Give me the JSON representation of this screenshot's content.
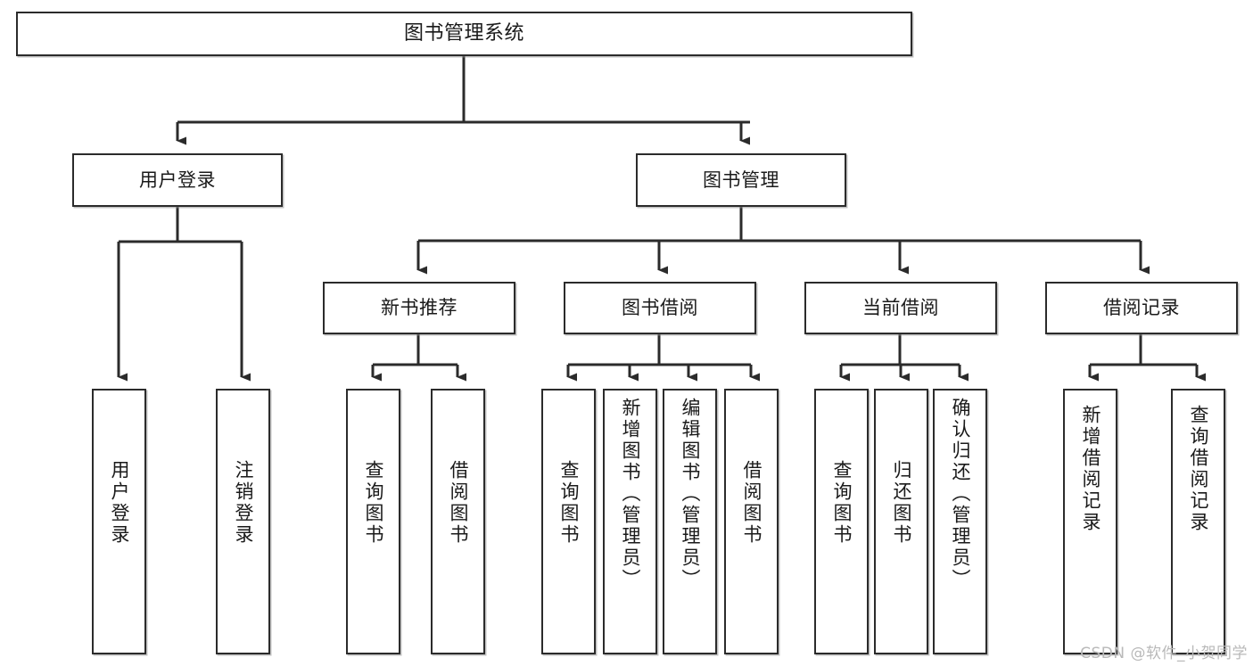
{
  "diagram": {
    "title": "图书管理系统",
    "type": "hierarchy-tree",
    "watermark": "CSDN @软件_小贺同学",
    "colors": {
      "background": "#ffffff",
      "box_border": "#2b2b2b",
      "box_fill": "#ffffff",
      "edge": "#2b2b2b",
      "text": "#1a1a1a",
      "watermark": "#b9b9b9"
    },
    "nodes": {
      "root": {
        "label": "图书管理系统"
      },
      "level2": [
        {
          "id": "user-login",
          "label": "用户登录"
        },
        {
          "id": "book-manage",
          "label": "图书管理"
        }
      ],
      "level3": [
        {
          "id": "new-book-rec",
          "label": "新书推荐"
        },
        {
          "id": "book-borrow",
          "label": "图书借阅"
        },
        {
          "id": "current-borrow",
          "label": "当前借阅"
        },
        {
          "id": "borrow-record",
          "label": "借阅记录"
        }
      ],
      "leaves": {
        "user-login": [
          {
            "id": "leaf-user-login",
            "label": "用户登录"
          },
          {
            "id": "leaf-user-logout",
            "label": "注销登录"
          }
        ],
        "new-book-rec": [
          {
            "id": "leaf-query-book-1",
            "label": "查询图书"
          },
          {
            "id": "leaf-borrow-book-1",
            "label": "借阅图书"
          }
        ],
        "book-borrow": [
          {
            "id": "leaf-query-book-2",
            "label": "查询图书"
          },
          {
            "id": "leaf-add-book",
            "label": "新增图书（管理员）"
          },
          {
            "id": "leaf-edit-book",
            "label": "编辑图书（管理员）"
          },
          {
            "id": "leaf-borrow-book-2",
            "label": "借阅图书"
          }
        ],
        "current-borrow": [
          {
            "id": "leaf-query-book-3",
            "label": "查询图书"
          },
          {
            "id": "leaf-return-book",
            "label": "归还图书"
          },
          {
            "id": "leaf-confirm-return",
            "label": "确认归还（管理员）"
          }
        ],
        "borrow-record": [
          {
            "id": "leaf-add-record",
            "label": "新增借阅记录"
          },
          {
            "id": "leaf-query-record",
            "label": "查询借阅记录"
          }
        ]
      }
    }
  }
}
